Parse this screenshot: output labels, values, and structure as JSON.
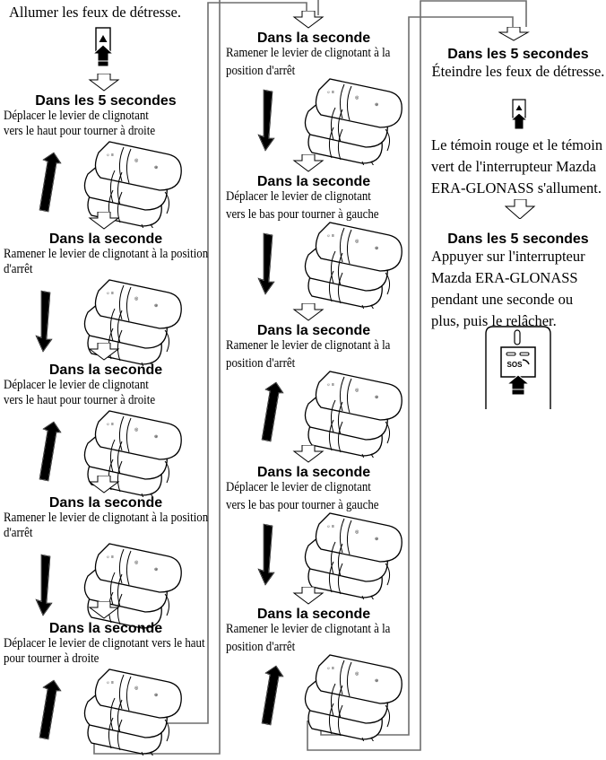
{
  "intro": {
    "text": "Allumer les feux de détresse."
  },
  "column1": {
    "steps": [
      {
        "heading": "Dans les 5 secondes",
        "lines": [
          "Déplacer le levier de clignotant",
          "vers le haut pour tourner à droite"
        ],
        "arrow": "up"
      },
      {
        "heading": "Dans la seconde",
        "lines": [
          "Ramener le levier de clignotant à la position",
          "d'arrêt"
        ],
        "arrow": "down"
      },
      {
        "heading": "Dans la seconde",
        "lines": [
          "Déplacer le levier de clignotant",
          "vers le haut pour tourner à droite"
        ],
        "arrow": "up"
      },
      {
        "heading": "Dans la seconde",
        "lines": [
          "Ramener le levier de clignotant à la position",
          "d'arrêt"
        ],
        "arrow": "down"
      },
      {
        "heading": "Dans la seconde",
        "lines": [
          "Déplacer le levier de clignotant vers le haut",
          "pour tourner à droite"
        ],
        "arrow": "up"
      }
    ]
  },
  "column2": {
    "steps": [
      {
        "heading": "Dans la seconde",
        "lines": [
          "Ramener le levier de clignotant à la",
          "position d'arrêt"
        ],
        "arrow": "down"
      },
      {
        "heading": "Dans la seconde",
        "lines": [
          "Déplacer le levier de clignotant",
          "vers le bas pour tourner à gauche"
        ],
        "arrow": "down"
      },
      {
        "heading": "Dans la seconde",
        "lines": [
          "Ramener le levier de clignotant à la",
          "position d'arrêt"
        ],
        "arrow": "up"
      },
      {
        "heading": "Dans la seconde",
        "lines": [
          "Déplacer le levier de clignotant",
          "vers le bas pour tourner à gauche"
        ],
        "arrow": "down"
      },
      {
        "heading": "Dans la seconde",
        "lines": [
          "Ramener le levier de clignotant à la",
          "position d'arrêt"
        ],
        "arrow": "up"
      }
    ]
  },
  "column3": {
    "step1": {
      "heading": "Dans les 5 secondes",
      "text": "Éteindre les feux de détresse."
    },
    "result": {
      "lines": [
        "Le témoin rouge et le témoin",
        "vert de l'interrupteur Mazda",
        "ERA-GLONASS s'allument."
      ]
    },
    "step2": {
      "heading": "Dans les 5 secondes",
      "lines": [
        "Appuyer sur l'interrupteur",
        "Mazda ERA-GLONASS",
        "pendant une seconde ou",
        "plus, puis le relâcher."
      ]
    },
    "sos_label": "SOS"
  },
  "colors": {
    "ink": "#000000",
    "connector": "#6e6e6e",
    "background": "#ffffff"
  }
}
